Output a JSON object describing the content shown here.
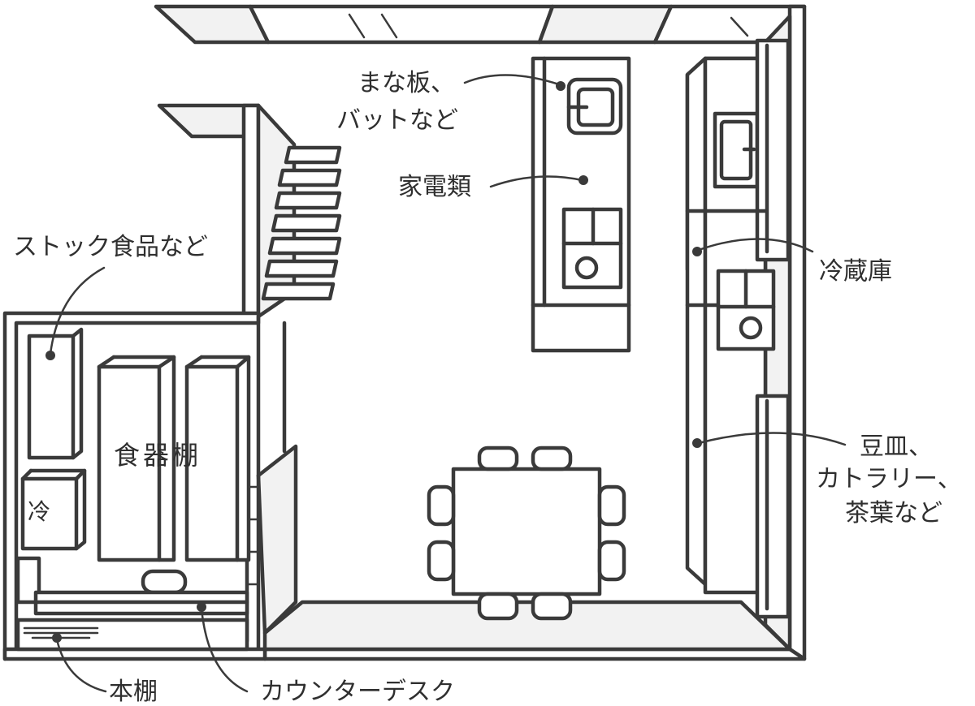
{
  "labels": {
    "cutting_boards": [
      "まな板、",
      "バットなど"
    ],
    "appliances": "家電類",
    "stock_food": "ストック食品など",
    "fridge": "冷蔵庫",
    "small_dishes": [
      "豆皿、",
      "カトラリー、",
      "茶葉など"
    ],
    "dish_cabinet": "食器棚",
    "mini_fridge": "冷",
    "bookshelf": "本棚",
    "counter_desk": "カウンターデスク"
  },
  "colors": {
    "ink": "#3a3a3a",
    "paper": "#ffffff",
    "shade": "#f2f2f2"
  }
}
